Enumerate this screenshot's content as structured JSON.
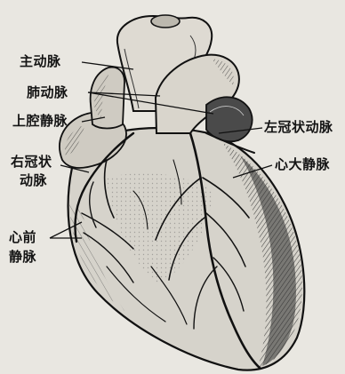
{
  "labels": {
    "aorta": "主动脉",
    "pulmonary_artery": "肺动脉",
    "superior_vena_cava": "上腔静脉",
    "right_coronary_artery_line1": "右冠状",
    "right_coronary_artery_line2": "动脉",
    "anterior_cardiac_veins_line1": "心前",
    "anterior_cardiac_veins_line2": "静脉",
    "left_coronary_artery": "左冠状动脉",
    "great_cardiac_vein": "心大静脉"
  },
  "colors": {
    "paper": "#e9e7e1",
    "ink": "#141414",
    "shade": "#3a3a3a",
    "dark_shade": "#222222"
  }
}
